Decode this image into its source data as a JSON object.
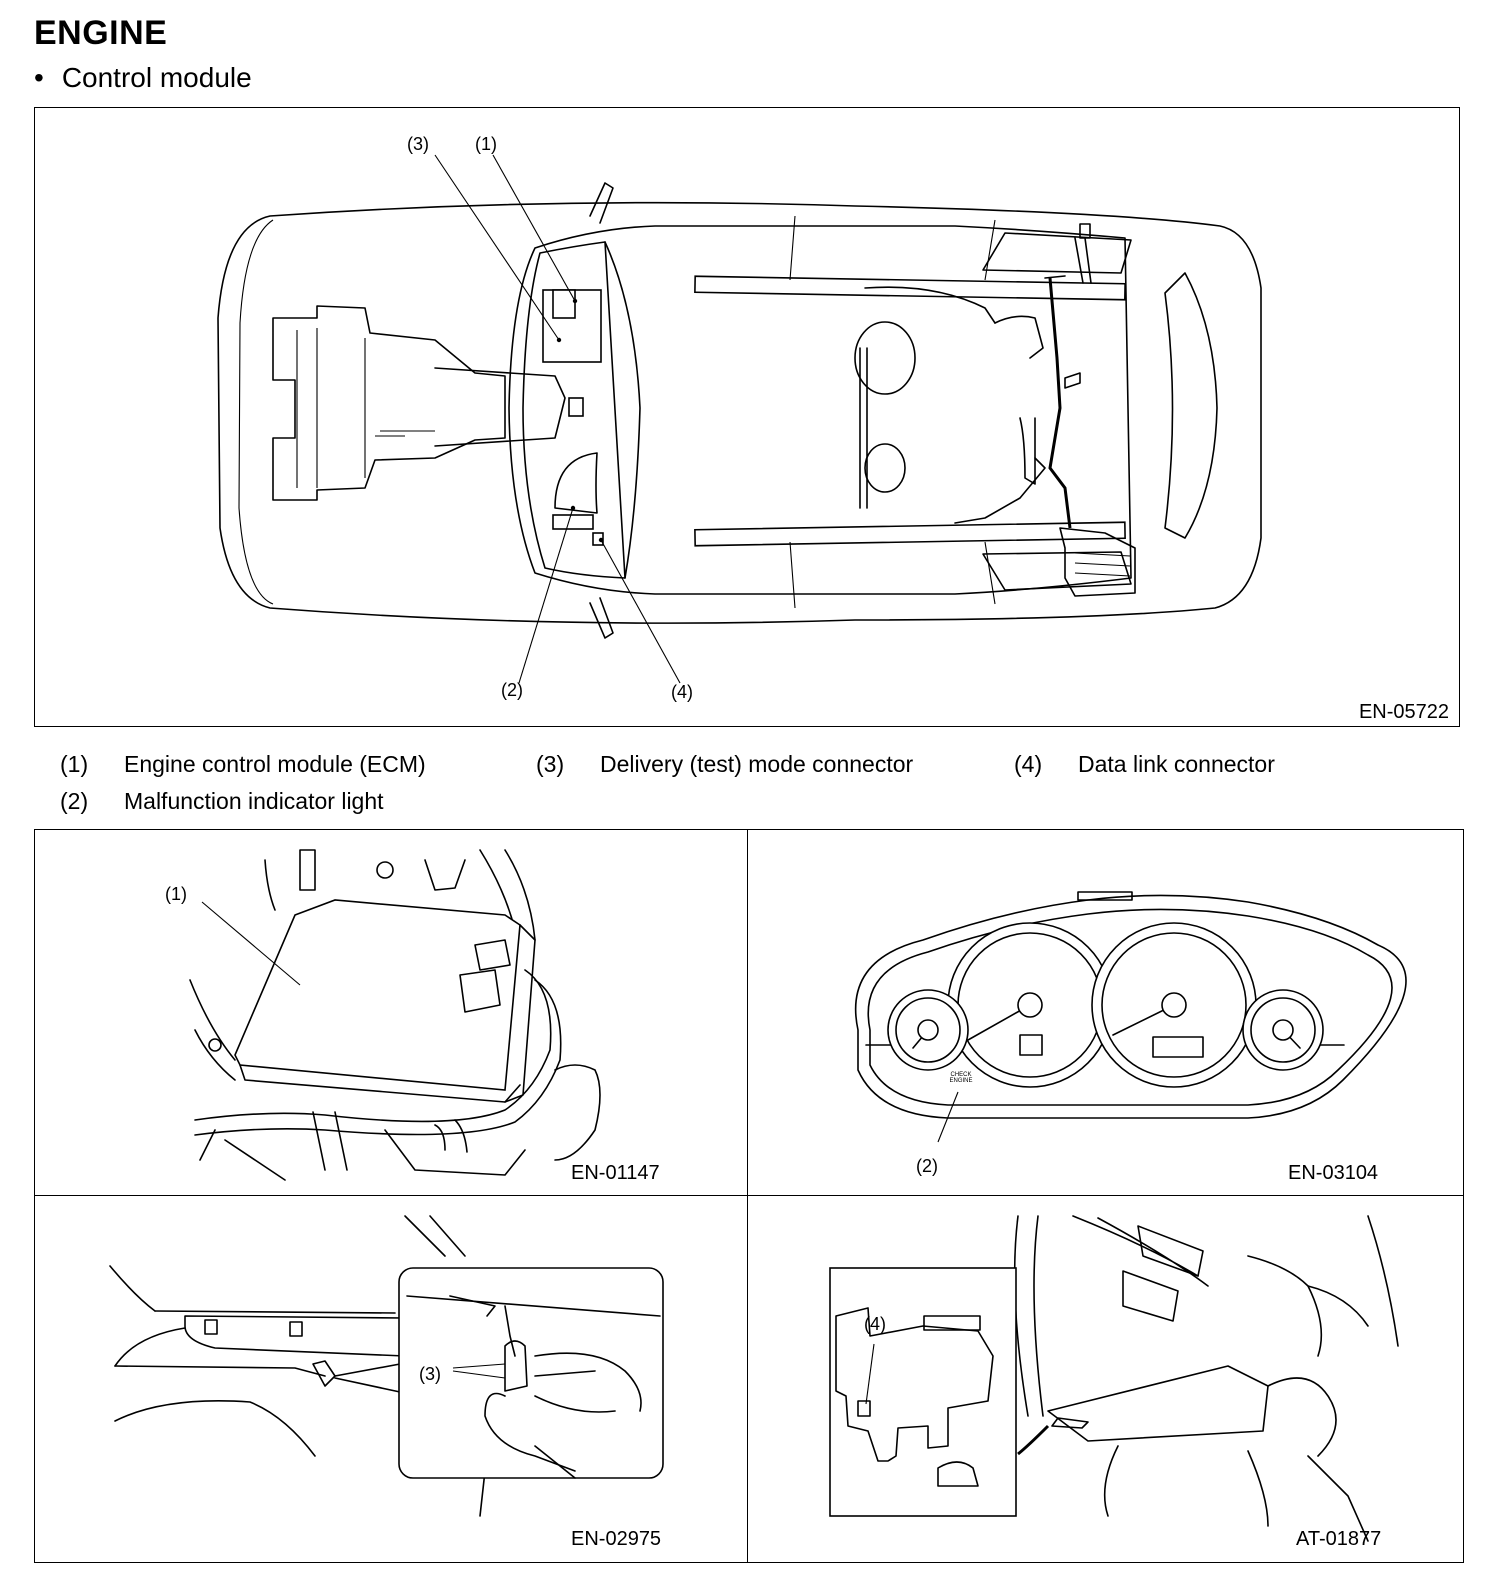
{
  "header": {
    "title": "ENGINE",
    "subtitle": "Control module"
  },
  "main_figure": {
    "code": "EN-05722",
    "callouts": {
      "c1": "(1)",
      "c2": "(2)",
      "c3": "(3)",
      "c4": "(4)"
    }
  },
  "legend": [
    {
      "num": "(1)",
      "text": "Engine control module (ECM)"
    },
    {
      "num": "(2)",
      "text": "Malfunction indicator light"
    },
    {
      "num": "(3)",
      "text": "Delivery (test) mode connector"
    },
    {
      "num": "(4)",
      "text": "Data link connector"
    }
  ],
  "panels": {
    "ecm": {
      "code": "EN-01147",
      "callout": "(1)"
    },
    "meter": {
      "code": "EN-03104",
      "callout": "(2)",
      "warning_text": "CHECK ENGINE"
    },
    "test_connector": {
      "code": "EN-02975",
      "callout": "(3)"
    },
    "dlc": {
      "code": "AT-01877",
      "callout": "(4)"
    }
  }
}
